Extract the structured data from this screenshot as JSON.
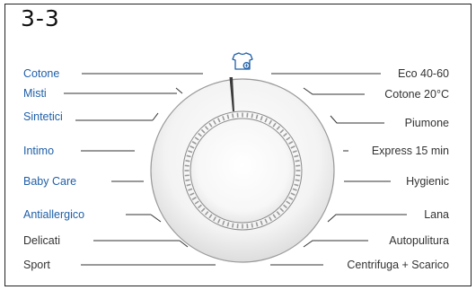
{
  "header": {
    "section_number": "3-3"
  },
  "colors": {
    "blue": "#1f5fa8",
    "gray": "#333333",
    "line": "#333333"
  },
  "icons": {
    "top": "shirt-icon"
  },
  "left_programs": [
    {
      "label": "Cotone",
      "color": "blue"
    },
    {
      "label": "Misti",
      "color": "blue"
    },
    {
      "label": "Sintetici",
      "color": "blue"
    },
    {
      "label": "Intimo",
      "color": "blue"
    },
    {
      "label": "Baby Care",
      "color": "blue"
    },
    {
      "label": "Antiallergico",
      "color": "blue"
    },
    {
      "label": "Delicati",
      "color": "gray"
    },
    {
      "label": "Sport",
      "color": "gray"
    }
  ],
  "right_programs": [
    {
      "label": "Eco 40-60",
      "color": "gray"
    },
    {
      "label": "Cotone 20°C",
      "color": "gray"
    },
    {
      "label": "Piumone",
      "color": "gray"
    },
    {
      "label": "Express 15 min",
      "color": "gray"
    },
    {
      "label": "Hygienic",
      "color": "gray"
    },
    {
      "label": "Lana",
      "color": "gray"
    },
    {
      "label": "Autopulitura",
      "color": "gray"
    },
    {
      "label": "Centrifuga + Scarico",
      "color": "gray"
    }
  ]
}
